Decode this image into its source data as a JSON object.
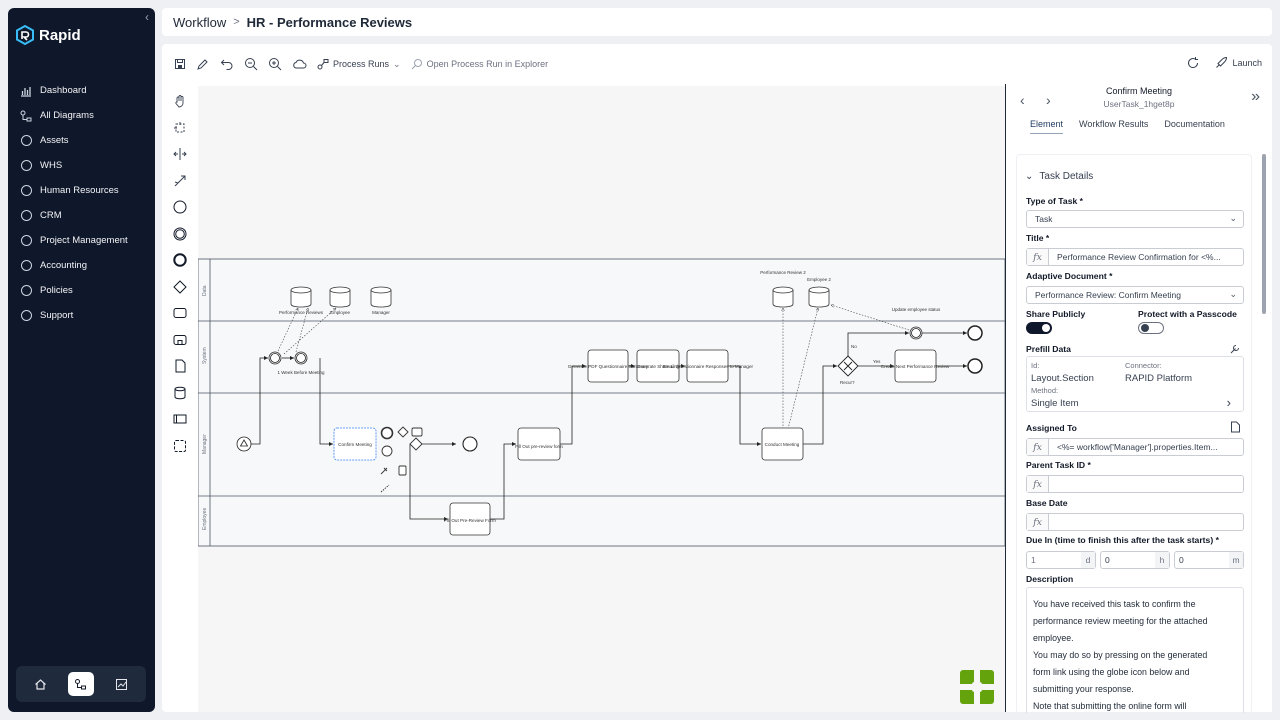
{
  "brand": {
    "name": "Rapid",
    "accent": "#38bdf8"
  },
  "sidebar": {
    "items": [
      {
        "label": "Dashboard",
        "icon": "chart-icon"
      },
      {
        "label": "All Diagrams",
        "icon": "diagram-icon"
      },
      {
        "label": "Assets",
        "icon": "circle-icon"
      },
      {
        "label": "WHS",
        "icon": "circle-icon"
      },
      {
        "label": "Human Resources",
        "icon": "circle-icon"
      },
      {
        "label": "CRM",
        "icon": "circle-icon"
      },
      {
        "label": "Project Management",
        "icon": "circle-icon"
      },
      {
        "label": "Accounting",
        "icon": "circle-icon"
      },
      {
        "label": "Policies",
        "icon": "circle-icon"
      },
      {
        "label": "Support",
        "icon": "circle-icon"
      }
    ]
  },
  "breadcrumb": {
    "root": "Workflow",
    "current": "HR - Performance Reviews"
  },
  "toolbar": {
    "process_runs": "Process Runs",
    "open_explorer": "Open Process Run in Explorer",
    "launch": "Launch"
  },
  "diagram": {
    "lanes": [
      "Data",
      "System",
      "Manager",
      "Employee"
    ],
    "nodes": {
      "ds_perf": "Performance Reviews",
      "ds_emp": "Employee",
      "ds_mgr": "Manager",
      "timer": "1 Week Before Meeting",
      "confirm": "Confirm Meeting",
      "fill_out": "Fill Out pre-review form",
      "emp_fill": "Fill Out Pre-Review Form",
      "gen_pdf": "Generate PDF Questionnaire Summary",
      "gen_share": "Generate Share Link",
      "email": "Email Questionnaire Responses to Manager",
      "conduct": "Conduct Meeting",
      "ds_perf2": "Performance Review 2",
      "ds_emp2": "Employee 2",
      "update": "Update employee status",
      "gateway": "Recur?",
      "no": "No",
      "yes": "Yes",
      "create_next": "Create Next Performance Review"
    }
  },
  "panel": {
    "title": "Confirm Meeting",
    "subtitle": "UserTask_1hget8p",
    "tabs": [
      "Element",
      "Workflow Results",
      "Documentation"
    ],
    "section": "Task Details",
    "type_label": "Type of Task *",
    "type_value": "Task",
    "title_label": "Title *",
    "title_value": "Performance Review Confirmation for <%...",
    "adaptive_label": "Adaptive Document *",
    "adaptive_value": "Performance Review: Confirm Meeting",
    "share_label": "Share Publicly",
    "share_on": true,
    "protect_label": "Protect with a Passcode",
    "protect_on": false,
    "prefill_label": "Prefill Data",
    "prefill_id_label": "Id:",
    "prefill_id": "Layout.Section",
    "prefill_connector_label": "Connector:",
    "prefill_connector": "RAPID Platform",
    "prefill_method_label": "Method:",
    "prefill_method": "Single Item",
    "assigned_label": "Assigned To",
    "assigned_value": "<%= workflow['Manager'].properties.Item...",
    "parent_label": "Parent Task ID *",
    "base_label": "Base Date",
    "due_label": "Due In (time to finish this after the task starts) *",
    "due_d": "1",
    "due_d_unit": "d",
    "due_h": "0",
    "due_h_unit": "h",
    "due_m": "0",
    "due_m_unit": "m",
    "desc_label": "Description",
    "desc_lines": [
      "You have received this task to confirm the",
      "performance review meeting for the attached",
      "employee.",
      "You may do so by pressing on the generated",
      "form link using the globe icon below and",
      "submitting your response.",
      "Note that submitting the online form will"
    ]
  }
}
